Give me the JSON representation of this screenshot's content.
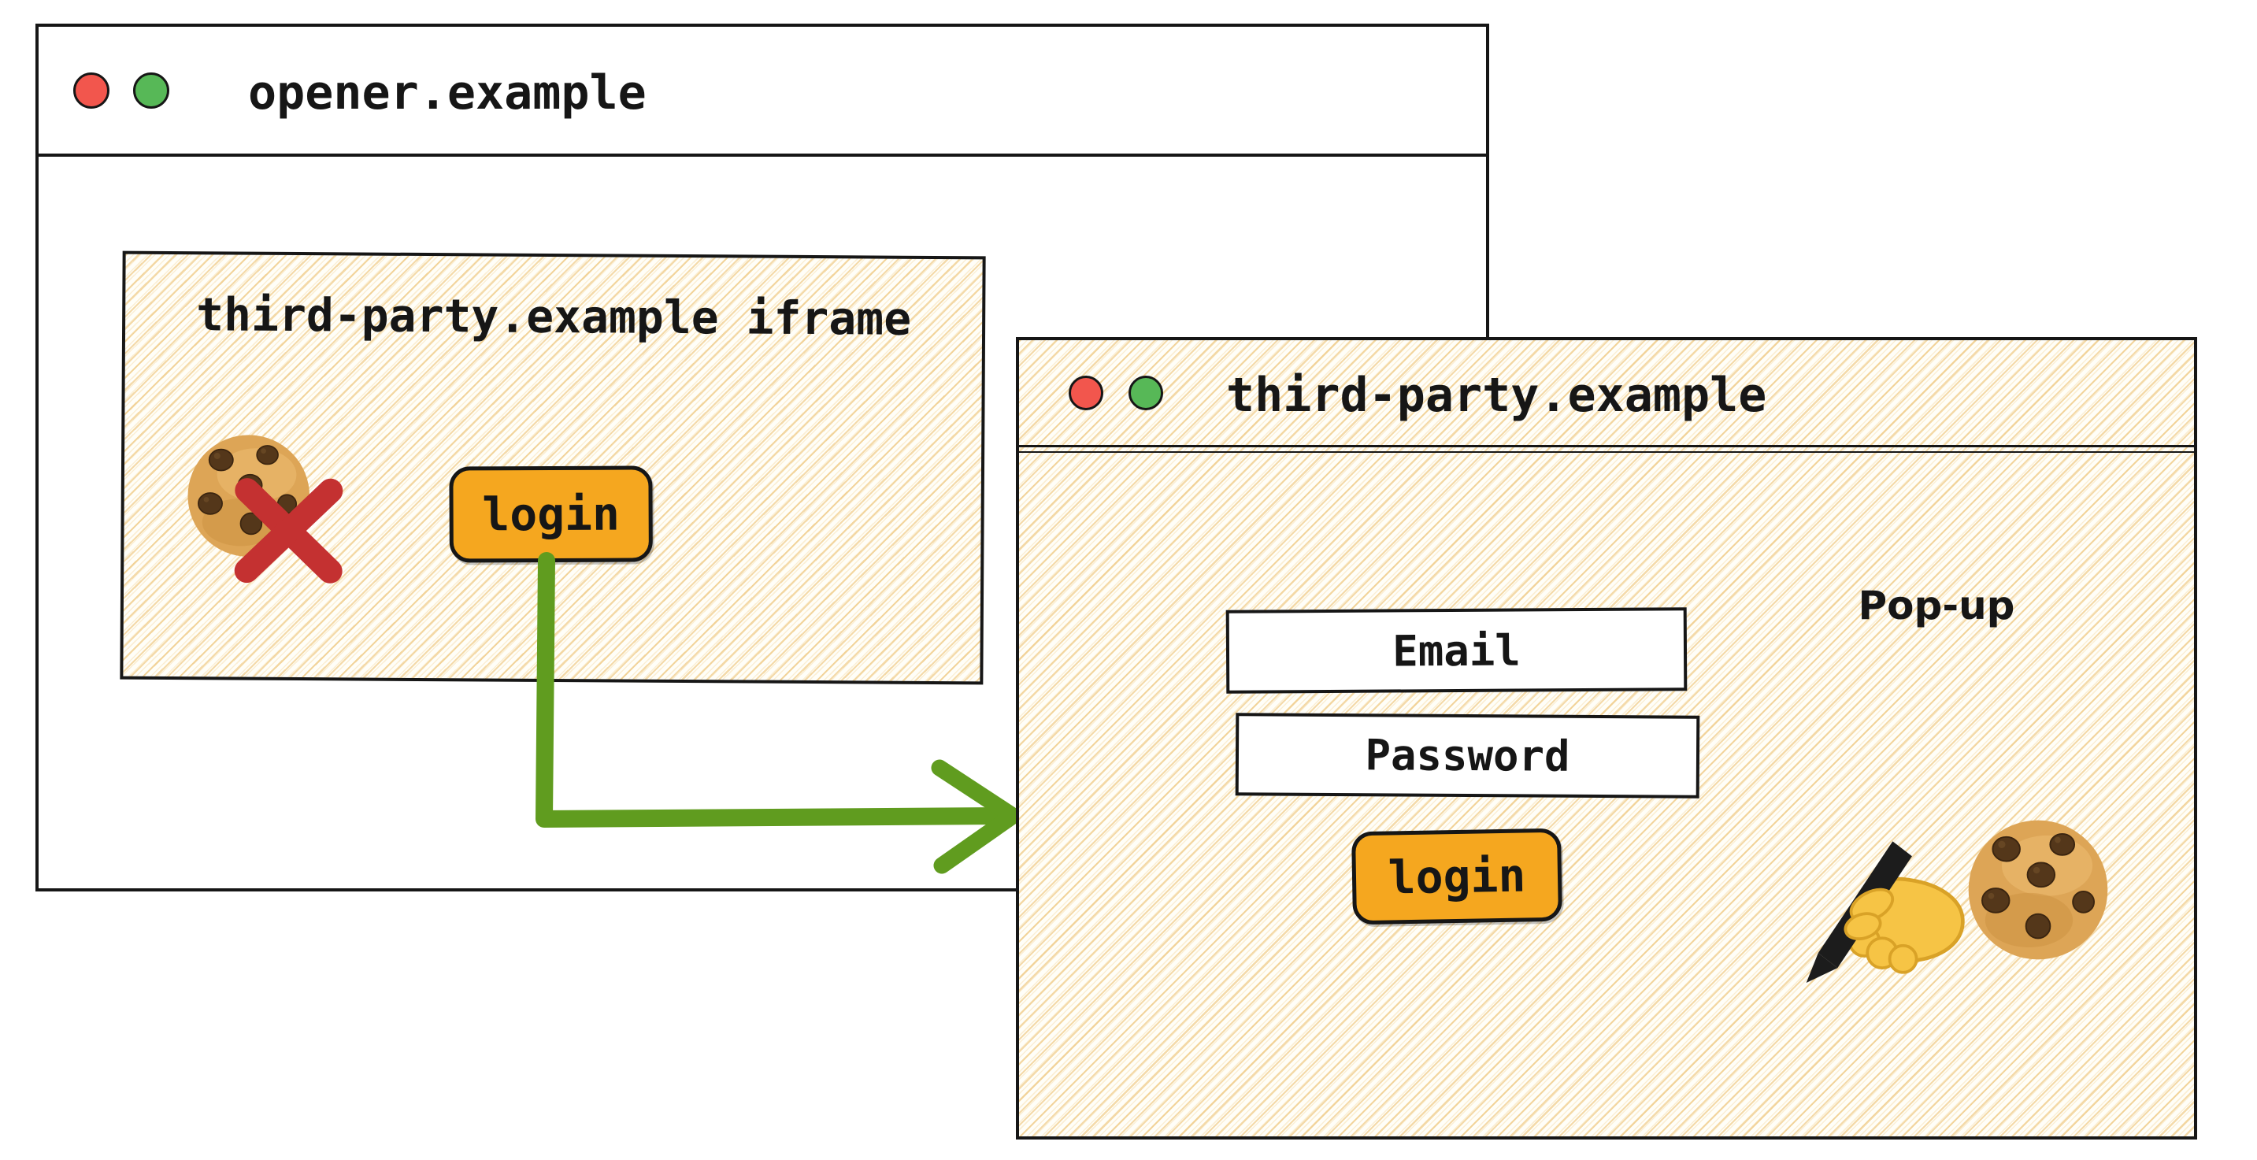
{
  "diagram": {
    "description": "Two sketched browser windows: an opener page embedding a third-party iframe whose cookies are blocked, with its login button opening a third-party pop-up login form that can set cookies"
  },
  "opener_window": {
    "title": "opener.example",
    "traffic_lights": [
      "red",
      "green"
    ],
    "iframe": {
      "label": "third-party.example iframe",
      "login_button": "login",
      "icons": [
        "cookie-icon",
        "blocked-x-icon"
      ]
    }
  },
  "popup_window": {
    "title": "third-party.example",
    "annotation": "Pop-up",
    "traffic_lights": [
      "red",
      "green"
    ],
    "fields": [
      {
        "label": "Email"
      },
      {
        "label": "Password"
      }
    ],
    "login_button": "login",
    "icons": [
      "writing-hand-icon",
      "cookie-icon"
    ]
  },
  "arrow": {
    "from": "iframe-login-button",
    "to": "popup-window",
    "color": "#609C1F"
  },
  "colors": {
    "ink": "#161616",
    "button_orange": "#F5A71F",
    "arrow_green": "#609C1F",
    "blocked_red": "#C43131",
    "traffic_red": "#F2564D",
    "traffic_green": "#57B857",
    "hatch_line": "#EEC476",
    "paper": "#FFFEF8"
  }
}
